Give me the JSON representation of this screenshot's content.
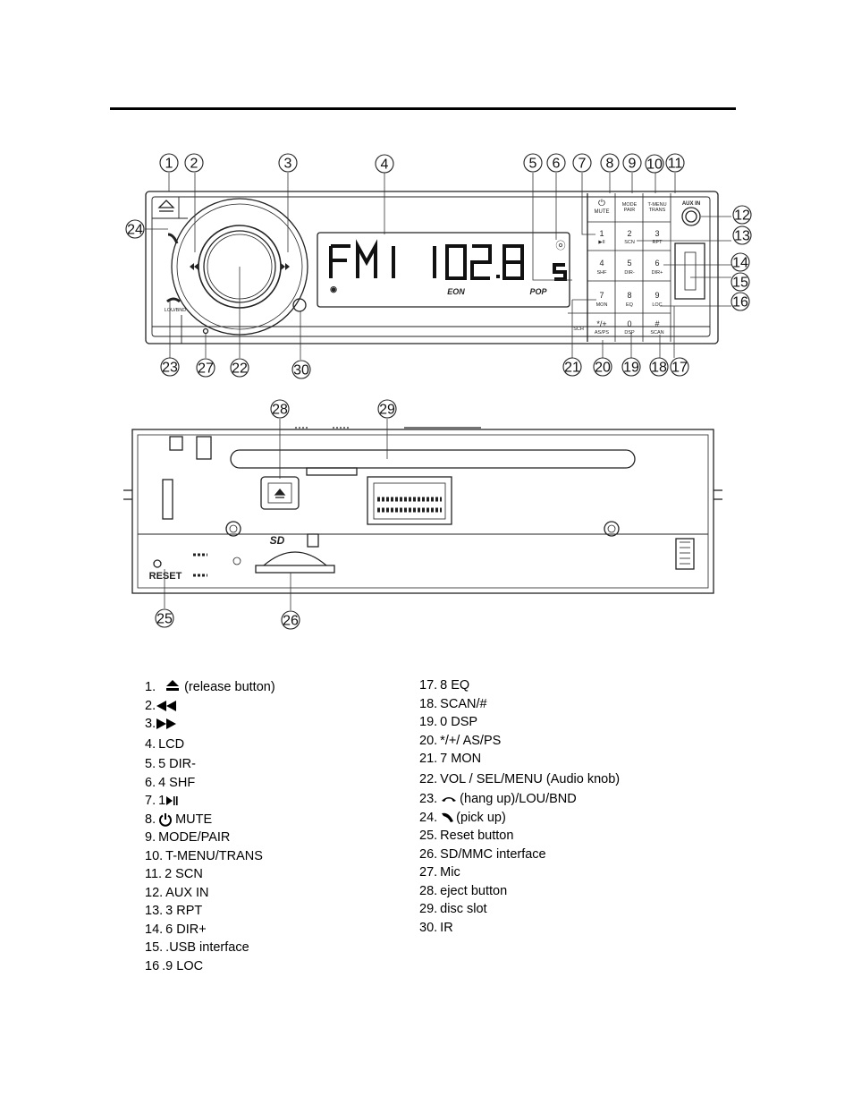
{
  "front_panel": {
    "lcd": {
      "band": "FM1",
      "frequency": "102.8",
      "preset": "5",
      "eon": "EON",
      "pop": "POP"
    },
    "aux_label": "AUX IN",
    "mute_label": "MUTE",
    "mode_label_1": "MODE",
    "mode_label_2": "PAIR",
    "tmenu_label_1": "T-MENU",
    "tmenu_label_2": "TRANS",
    "lou_label": "LOU/BND",
    "sch_label": "SCH",
    "keypad": [
      {
        "num": "1",
        "sub": "▶II"
      },
      {
        "num": "2",
        "sub": "SCN"
      },
      {
        "num": "3",
        "sub": "RPT"
      },
      {
        "num": "4",
        "sub": "SHF"
      },
      {
        "num": "5",
        "sub": "DIR-"
      },
      {
        "num": "6",
        "sub": "DIR+"
      },
      {
        "num": "7",
        "sub": "MON"
      },
      {
        "num": "8",
        "sub": "EQ"
      },
      {
        "num": "9",
        "sub": "LOC"
      },
      {
        "num": "*/+",
        "sub": "AS/PS"
      },
      {
        "num": "0",
        "sub": "DSP"
      },
      {
        "num": "#",
        "sub": "SCAN"
      }
    ]
  },
  "back_panel": {
    "reset_label": "RESET",
    "sd_label": "SD"
  },
  "callouts": [
    "1",
    "2",
    "3",
    "4",
    "5",
    "6",
    "7",
    "8",
    "9",
    "10",
    "11",
    "12",
    "13",
    "14",
    "15",
    "16",
    "17",
    "18",
    "19",
    "20",
    "21",
    "22",
    "23",
    "24",
    "25",
    "26",
    "27",
    "28",
    "29",
    "30"
  ],
  "legend_left": [
    {
      "num": "1.",
      "icon": "eject-icon",
      "text": "(release button)"
    },
    {
      "num": "2.",
      "icon": "rewind-icon",
      "text": ""
    },
    {
      "num": "3.",
      "icon": "fast-forward-icon",
      "text": ""
    },
    {
      "num": "4.",
      "icon": "",
      "text": "LCD"
    },
    {
      "num": "5.",
      "icon": "",
      "text": "5 DIR-"
    },
    {
      "num": "6.",
      "icon": "",
      "text": "4 SHF"
    },
    {
      "num": "7.",
      "icon": "play-pause-icon",
      "text": "1"
    },
    {
      "num": "8.",
      "icon": "power-icon",
      "text": "MUTE"
    },
    {
      "num": "9.",
      "icon": "",
      "text": "MODE/PAIR"
    },
    {
      "num": "10.",
      "icon": "",
      "text": "T-MENU/TRANS"
    },
    {
      "num": "11.",
      "icon": "",
      "text": "2 SCN"
    },
    {
      "num": "12.",
      "icon": "",
      "text": "AUX IN"
    },
    {
      "num": "13.",
      "icon": "",
      "text": "3 RPT"
    },
    {
      "num": "14.",
      "icon": "",
      "text": "6 DIR+"
    },
    {
      "num": "15.",
      "icon": "",
      "text": ".USB interface"
    },
    {
      "num": "16",
      "icon": "",
      "text": ".9 LOC"
    }
  ],
  "legend_right": [
    {
      "num": "17.",
      "icon": "",
      "text": "8 EQ"
    },
    {
      "num": "18.",
      "icon": "",
      "text": "SCAN/#"
    },
    {
      "num": "19.",
      "icon": "",
      "text": "0 DSP"
    },
    {
      "num": "20.",
      "icon": "",
      "text": "*/+/ AS/PS"
    },
    {
      "num": "21.",
      "icon": "",
      "text": "7 MON"
    },
    {
      "num": "22.",
      "icon": "",
      "text": "VOL / SEL/MENU (Audio knob)"
    },
    {
      "num": "23.",
      "icon": "hang-up-icon",
      "text": "(hang up)/LOU/BND"
    },
    {
      "num": "24.",
      "icon": "pick-up-icon",
      "text": "(pick up)"
    },
    {
      "num": "25.",
      "icon": "",
      "text": "Reset button"
    },
    {
      "num": "26.",
      "icon": "",
      "text": "SD/MMC interface"
    },
    {
      "num": "27.",
      "icon": "",
      "text": "Mic"
    },
    {
      "num": "28.",
      "icon": "",
      "text": "eject button"
    },
    {
      "num": "29.",
      "icon": "",
      "text": "disc slot"
    },
    {
      "num": "30.",
      "icon": "",
      "text": "IR"
    }
  ]
}
